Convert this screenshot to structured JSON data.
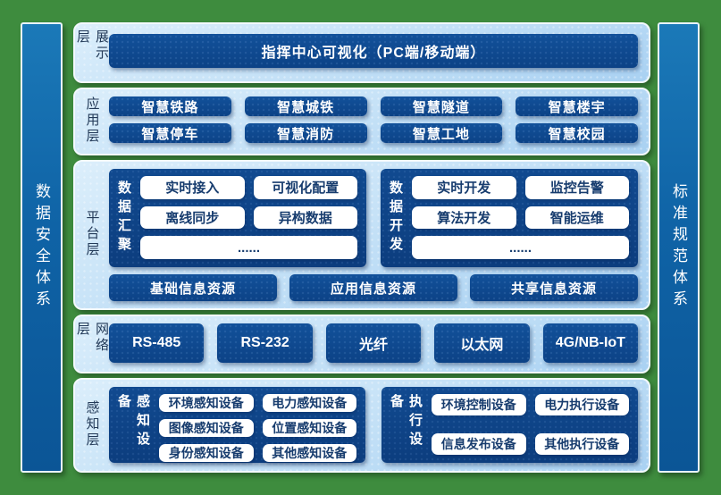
{
  "pillars": {
    "left": "数据安全体系",
    "right": "标准规范体系"
  },
  "layers": {
    "display": {
      "label": "展示层",
      "box": "指挥中心可视化（PC端/移动端）"
    },
    "application": {
      "label": "应用层",
      "boxes": [
        "智慧铁路",
        "智慧城铁",
        "智慧隧道",
        "智慧楼宇",
        "智慧停车",
        "智慧消防",
        "智慧工地",
        "智慧校园"
      ]
    },
    "platform": {
      "label": "平台层",
      "groups": [
        {
          "label": "数据汇聚",
          "items": [
            "实时接入",
            "可视化配置",
            "离线同步",
            "异构数据",
            "......"
          ]
        },
        {
          "label": "数据开发",
          "items": [
            "实时开发",
            "监控告警",
            "算法开发",
            "智能运维",
            "......"
          ]
        }
      ],
      "resources": [
        "基础信息资源",
        "应用信息资源",
        "共享信息资源"
      ]
    },
    "network": {
      "label": "网络层",
      "boxes": [
        "RS-485",
        "RS-232",
        "光纤",
        "以太网",
        "4G/NB-IoT"
      ]
    },
    "perception": {
      "label": "感知层",
      "groups": [
        {
          "label": "感知设备",
          "items": [
            "环境感知设备",
            "电力感知设备",
            "图像感知设备",
            "位置感知设备",
            "身份感知设备",
            "其他感知设备"
          ]
        },
        {
          "label": "执行设备",
          "items": [
            "环境控制设备",
            "电力执行设备",
            "信息发布设备",
            "其他执行设备"
          ]
        }
      ]
    }
  },
  "colors": {
    "background_green": "#3e8c3e",
    "panel_blue_light": "#dbeefb",
    "panel_blue_deep": "#a9d1f2",
    "navy_box_top": "#12519a",
    "navy_box_bottom": "#0c4286",
    "pillar_blue": "#0f63a6",
    "white_box_text": "#173c6e",
    "layer_label_text": "#233a58"
  }
}
